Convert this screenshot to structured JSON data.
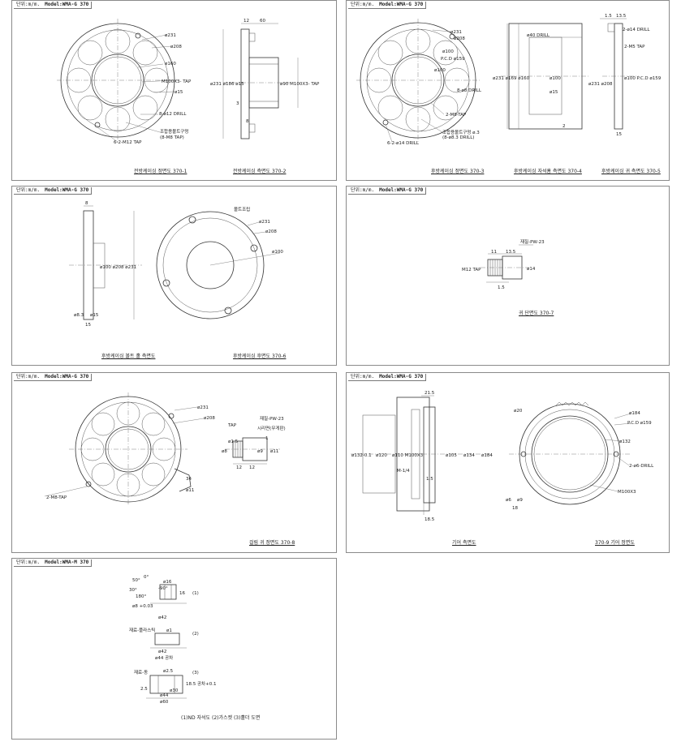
{
  "header": {
    "unit": "단위:m/m.",
    "model_g": "Model:WMA-G 370",
    "model_m": "Model:WMA-M 370"
  },
  "sheet1": {
    "captions": [
      "전방케이싱 정면도 370-1",
      "전방케이싱 측면도 370-2"
    ],
    "labels": [
      "ø231",
      "ø208",
      "ø160",
      "M100X3- TAP",
      "ø15",
      "8-ø12 DRILL",
      "조합용볼트구멍",
      "(8-M8 TAP)",
      "6-2-M12 TAP",
      "12",
      "60",
      "ø231 ø186 ø15",
      "ø90 M100X3- TAP",
      "3",
      "8"
    ]
  },
  "sheet2": {
    "captions": [
      "후방케이싱 정면도 370-3",
      "후방케이싱 자석홈 측면도 370-4",
      "후방케이싱 귀 측면도 370-5"
    ],
    "labels": [
      "ø231",
      "ø208",
      "ø100",
      "P.C.D ø159",
      "ø100",
      "8-ø8 DRILL",
      "2-M8-TAP",
      "조합용볼트구멍 ø.3",
      "(8-ø8.3 DRILL)",
      "6-2-ø14 DRILL",
      "ø40 DRILL",
      "ø231 ø169 ø160",
      "ø100",
      "ø15",
      "2",
      "1.5",
      "13.5",
      "2-ø14 DRILL",
      "2-M5 TAP",
      "ø100 P.C.D ø159",
      "ø231 ø208",
      "15"
    ]
  },
  "sheet3": {
    "captions": [
      "후방케이싱 볼트 홀 측면도",
      "후방케이싱 후면도 370-6"
    ],
    "labels": [
      "8",
      "ø100 ø208 ø231",
      "ø8.3",
      "ø15",
      "15",
      "볼트조립",
      "ø231",
      "ø208",
      "ø100"
    ]
  },
  "sheet4": {
    "captions": [
      "귀 단면도 370-7"
    ],
    "labels": [
      "재질-PW-23",
      "11",
      "13.5",
      "M12 TAP",
      "ø14",
      "1.5"
    ]
  },
  "sheet5": {
    "captions": [
      "걸림 귀 정면도 370-8"
    ],
    "labels": [
      "ø231",
      "ø208",
      "2-M8-TAP",
      "34",
      "ø11",
      "재질-PW-23",
      "시리면(무게판)",
      "TAP",
      "ø1.5",
      "ø8",
      "1",
      "ø9",
      "ø11",
      "12",
      "12"
    ]
  },
  "sheet6": {
    "captions": [
      "기어 측면도",
      "370-9 기어 정면도"
    ],
    "labels": [
      "21.5",
      "ø132-0.1",
      "ø120",
      "ø110 M100X3",
      "ø105",
      "ø134",
      "ø184",
      "M-1/4",
      "1.5",
      "18.5",
      "ø20",
      "ø184",
      "P.C.D ø159",
      "ø132",
      "2-ø6-DRILL",
      "M100X3",
      "ø6",
      "ø9",
      "18"
    ]
  },
  "sheet7": {
    "captions": [
      "(1)ND 자석도 (2)가스켓 (3)홀더 도면"
    ],
    "labels": [
      "(1)",
      "(2)",
      "(3)",
      "50°",
      "0°",
      "30°",
      "-90°",
      "180°",
      "ø16",
      "16",
      "ø8 +0.03",
      "ø42",
      "재료-플라스틱",
      "ø1",
      "ø42",
      "ø44 공차",
      "재료-동",
      "ø2.5",
      "2.5",
      "18.5 공차+0.1",
      "ø44",
      "ø60",
      "ø30"
    ]
  }
}
